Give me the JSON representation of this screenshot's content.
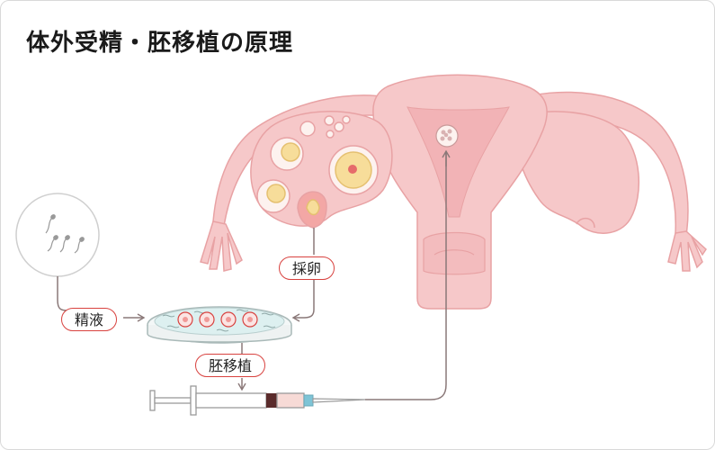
{
  "title": "体外受精・胚移植の原理",
  "labels": {
    "egg_retrieval": "採卵",
    "semen": "精液",
    "embryo_transfer": "胚移植"
  },
  "colors": {
    "uterus_pink": "#f6c8c9",
    "uterus_stroke": "#e8a2a4",
    "accent_red": "#d8423f",
    "arrow_gray": "#8a7878"
  }
}
